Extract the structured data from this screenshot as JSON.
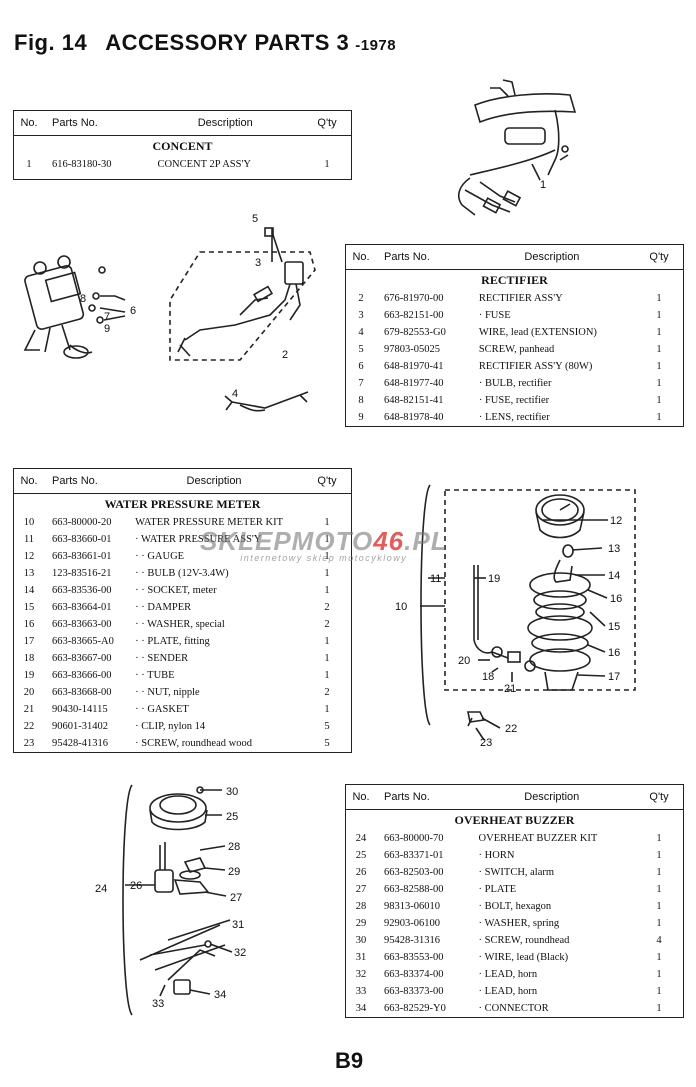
{
  "title": {
    "fig": "Fig. 14",
    "main": "ACCESSORY  PARTS 3",
    "year": "-1978"
  },
  "columns": {
    "no": "No.",
    "parts_no": "Parts No.",
    "description": "Description",
    "qty": "Q'ty"
  },
  "tables": {
    "concent": {
      "section": "CONCENT",
      "rows": [
        {
          "no": "1",
          "part": "616-83180-30",
          "desc": "CONCENT 2P ASS'Y",
          "qty": "1"
        }
      ]
    },
    "rectifier": {
      "section": "RECTIFIER",
      "rows": [
        {
          "no": "2",
          "part": "676-81970-00",
          "desc": "RECTIFIER ASS'Y",
          "qty": "1"
        },
        {
          "no": "3",
          "part": "663-82151-00",
          "desc": "· FUSE",
          "qty": "1"
        },
        {
          "no": "4",
          "part": "679-82553-G0",
          "desc": "WIRE, lead (EXTENSION)",
          "qty": "1"
        },
        {
          "no": "5",
          "part": "97803-05025",
          "desc": "SCREW, panhead",
          "qty": "1"
        },
        {
          "no": "6",
          "part": "648-81970-41",
          "desc": "RECTIFIER ASS'Y (80W)",
          "qty": "1"
        },
        {
          "no": "7",
          "part": "648-81977-40",
          "desc": "· BULB, rectifier",
          "qty": "1"
        },
        {
          "no": "8",
          "part": "648-82151-41",
          "desc": "· FUSE, rectifier",
          "qty": "1"
        },
        {
          "no": "9",
          "part": "648-81978-40",
          "desc": "· LENS, rectifier",
          "qty": "1"
        }
      ]
    },
    "water": {
      "section": "WATER PRESSURE METER",
      "rows": [
        {
          "no": "10",
          "part": "663-80000-20",
          "desc": "WATER PRESSURE METER KIT",
          "qty": "1"
        },
        {
          "no": "11",
          "part": "663-83660-01",
          "desc": "· WATER PRESSURE ASS'Y",
          "qty": "1"
        },
        {
          "no": "12",
          "part": "663-83661-01",
          "desc": "· · GAUGE",
          "qty": "1"
        },
        {
          "no": "13",
          "part": "123-83516-21",
          "desc": "· · BULB (12V-3.4W)",
          "qty": "1"
        },
        {
          "no": "14",
          "part": "663-83536-00",
          "desc": "· · SOCKET, meter",
          "qty": "1"
        },
        {
          "no": "15",
          "part": "663-83664-01",
          "desc": "· · DAMPER",
          "qty": "2"
        },
        {
          "no": "16",
          "part": "663-83663-00",
          "desc": "· · WASHER, special",
          "qty": "2"
        },
        {
          "no": "17",
          "part": "663-83665-A0",
          "desc": "· · PLATE, fitting",
          "qty": "1"
        },
        {
          "no": "18",
          "part": "663-83667-00",
          "desc": "· · SENDER",
          "qty": "1"
        },
        {
          "no": "19",
          "part": "663-83666-00",
          "desc": "· · TUBE",
          "qty": "1"
        },
        {
          "no": "20",
          "part": "663-83668-00",
          "desc": "· · NUT, nipple",
          "qty": "2"
        },
        {
          "no": "21",
          "part": "90430-14115",
          "desc": "· · GASKET",
          "qty": "1"
        },
        {
          "no": "22",
          "part": "90601-31402",
          "desc": "· CLIP, nylon 14",
          "qty": "5"
        },
        {
          "no": "23",
          "part": "95428-41316",
          "desc": "· SCREW, roundhead wood",
          "qty": "5"
        }
      ]
    },
    "overheat": {
      "section": "OVERHEAT BUZZER",
      "rows": [
        {
          "no": "24",
          "part": "663-80000-70",
          "desc": "OVERHEAT BUZZER KIT",
          "qty": "1"
        },
        {
          "no": "25",
          "part": "663-83371-01",
          "desc": "· HORN",
          "qty": "1"
        },
        {
          "no": "26",
          "part": "663-82503-00",
          "desc": "· SWITCH, alarm",
          "qty": "1"
        },
        {
          "no": "27",
          "part": "663-82588-00",
          "desc": "· PLATE",
          "qty": "1"
        },
        {
          "no": "28",
          "part": "98313-06010",
          "desc": "· BOLT, hexagon",
          "qty": "1"
        },
        {
          "no": "29",
          "part": "92903-06100",
          "desc": "· WASHER, spring",
          "qty": "1"
        },
        {
          "no": "30",
          "part": "95428-31316",
          "desc": "· SCREW, roundhead",
          "qty": "4"
        },
        {
          "no": "31",
          "part": "663-83553-00",
          "desc": "· WIRE, lead (Black)",
          "qty": "1"
        },
        {
          "no": "32",
          "part": "663-83374-00",
          "desc": "· LEAD, horn",
          "qty": "1"
        },
        {
          "no": "33",
          "part": "663-83373-00",
          "desc": "· LEAD, horn",
          "qty": "1"
        },
        {
          "no": "34",
          "part": "663-82529-Y0",
          "desc": "· CONNECTOR",
          "qty": "1"
        }
      ]
    }
  },
  "diagram_labels": {
    "concent": [
      "1"
    ],
    "rectifier": [
      "2",
      "3",
      "4",
      "5",
      "6",
      "7",
      "8",
      "9"
    ],
    "water": [
      "10",
      "11",
      "12",
      "13",
      "14",
      "15",
      "16",
      "16",
      "17",
      "18",
      "19",
      "20",
      "21",
      "22",
      "23"
    ],
    "overheat": [
      "24",
      "25",
      "26",
      "27",
      "28",
      "29",
      "30",
      "31",
      "32",
      "33",
      "34"
    ]
  },
  "watermark": {
    "grey": "SKLEPMOTO",
    "red": "46",
    "tld": ".PL",
    "tagline": "internetowy sklep motocyklowy"
  },
  "page_number": "B9"
}
